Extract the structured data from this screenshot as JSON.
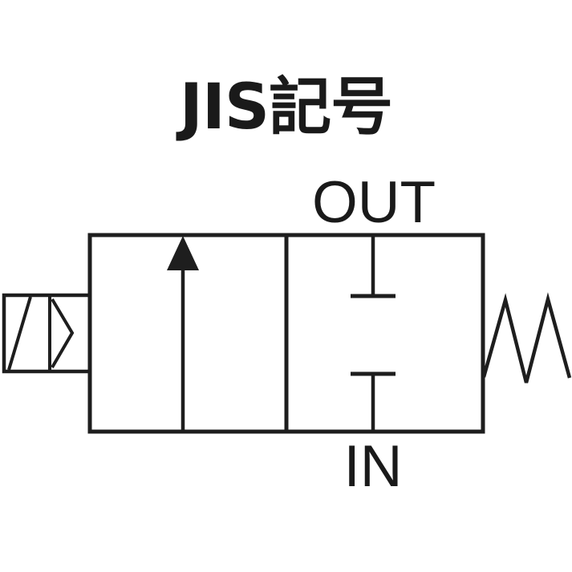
{
  "colors": {
    "background": "#ffffff",
    "line": "#1e1e1e",
    "text": "#1a1a1a"
  },
  "title": {
    "text": "JIS記号"
  },
  "diagram": {
    "port_labels": {
      "out": "OUT",
      "in": "IN"
    }
  }
}
